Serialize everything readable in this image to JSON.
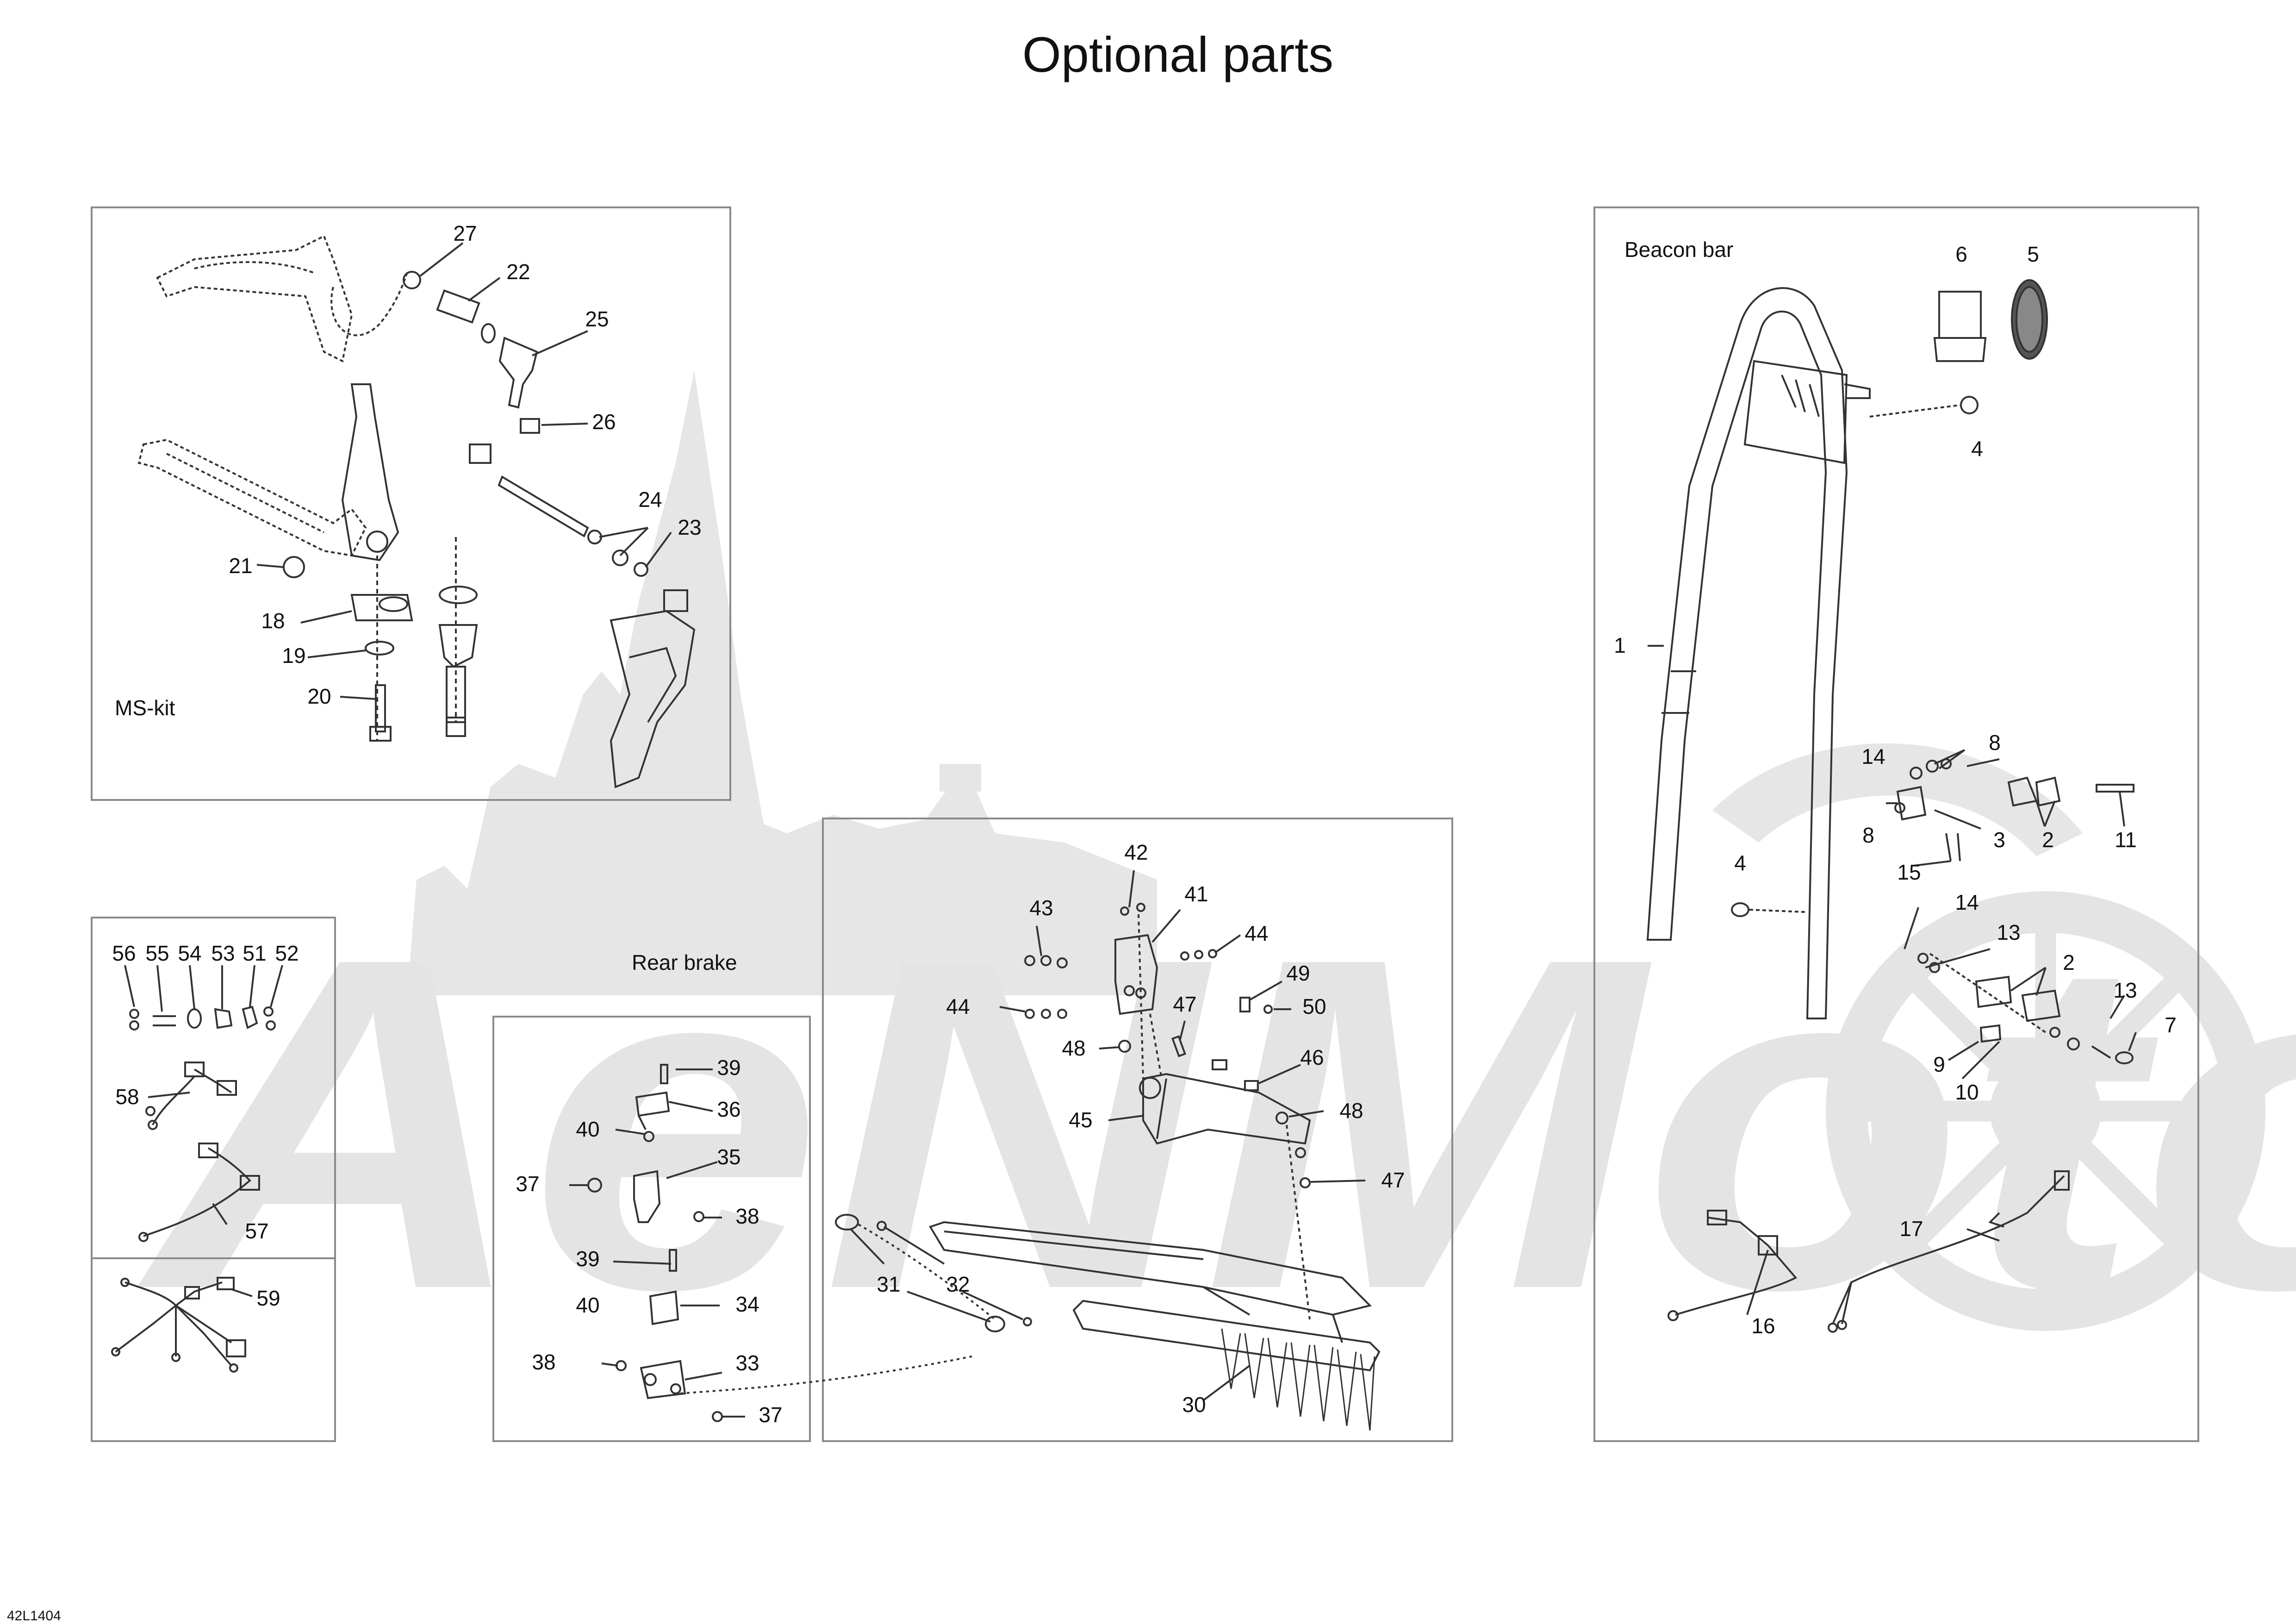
{
  "page": {
    "title": "Optional parts",
    "code": "42L1404",
    "watermark": "AeNMoto"
  },
  "sections": {
    "ms_kit": {
      "label": "MS-kit",
      "callouts": [
        "27",
        "22",
        "25",
        "26",
        "24",
        "23",
        "21",
        "18",
        "19",
        "20"
      ]
    },
    "beacon_bar": {
      "label": "Beacon bar",
      "callouts": [
        "6",
        "5",
        "4",
        "1",
        "14",
        "8",
        "8",
        "3",
        "2",
        "11",
        "4",
        "15",
        "14",
        "13",
        "2",
        "13",
        "7",
        "9",
        "10",
        "17",
        "16"
      ]
    },
    "rear_brake": {
      "label": "Rear brake",
      "callouts": [
        "39",
        "36",
        "40",
        "35",
        "37",
        "38",
        "39",
        "34",
        "40",
        "38",
        "33",
        "37"
      ]
    },
    "harness": {
      "callouts": [
        "56",
        "55",
        "54",
        "53",
        "51",
        "52",
        "58",
        "57",
        "59"
      ]
    },
    "actuator": {
      "callouts": [
        "42",
        "43",
        "41",
        "44",
        "44",
        "49",
        "50",
        "47",
        "48",
        "46",
        "45",
        "48",
        "47",
        "31",
        "32",
        "30"
      ]
    }
  },
  "colors": {
    "line": "#222222",
    "frame": "#777777",
    "watermark": "#e2e2e2"
  }
}
